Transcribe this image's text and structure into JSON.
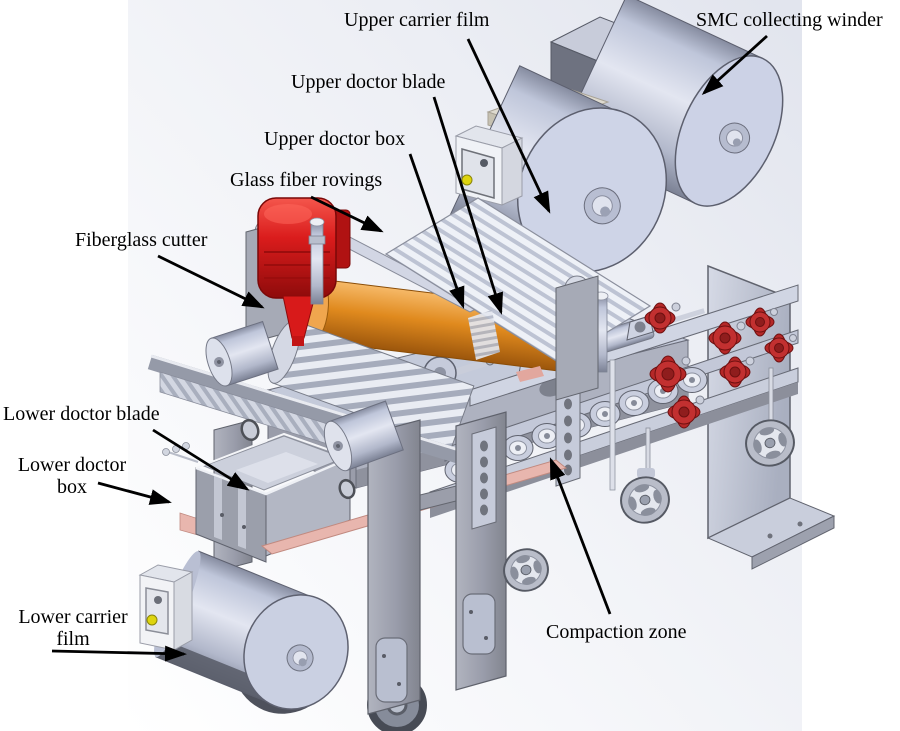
{
  "figure": {
    "kind": "labeled CAD illustration",
    "labels": {
      "upper_carrier_film": {
        "text": "Upper carrier film"
      },
      "smc_collecting_winder": {
        "text": "SMC collecting winder"
      },
      "upper_doctor_blade": {
        "text": "Upper doctor blade"
      },
      "upper_doctor_box": {
        "text": "Upper doctor box"
      },
      "glass_fiber_rovings": {
        "text": "Glass fiber rovings"
      },
      "fiberglass_cutter": {
        "text": "Fiberglass cutter"
      },
      "lower_doctor_blade": {
        "text": "Lower doctor blade"
      },
      "lower_doctor_box": {
        "line1": "Lower doctor",
        "line2": "box"
      },
      "lower_carrier_film": {
        "line1": "Lower carrier",
        "line2": "film"
      },
      "compaction_zone": {
        "text": "Compaction zone"
      }
    },
    "colors": {
      "background_gradient": "#e4e7ee",
      "machine_steel_light": "#ccd2e6",
      "machine_frame_gray": "#9b9ea9",
      "dark_film_gray": "#6b6f7d",
      "cutter_motor_red": "#da1c1c",
      "cutter_roller_orange": "#e08a1e",
      "compaction_roller_red": "#b52828",
      "carrier_film_pink": "#e8b6ae",
      "knob_yellow": "#ded40e",
      "annotation": "#000000"
    }
  }
}
